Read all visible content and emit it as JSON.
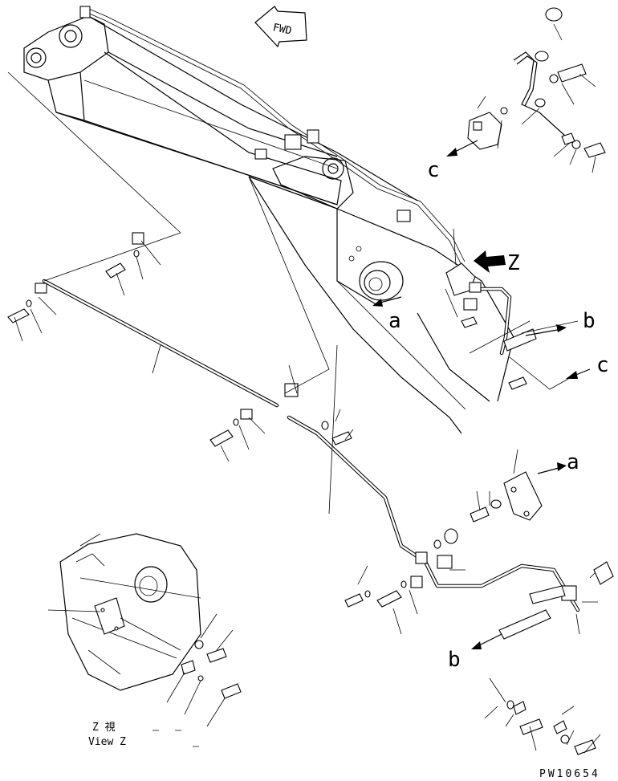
{
  "labels": {
    "fwd": "FWD",
    "z_arrow": "Z",
    "a_upper": "a",
    "b_right": "b",
    "c_right": "c",
    "c_upper": "c",
    "a_lower": "a",
    "b_lower": "b",
    "view_jp": "Z   視",
    "view_en": "View Z",
    "drawing_no": "PW10654"
  }
}
